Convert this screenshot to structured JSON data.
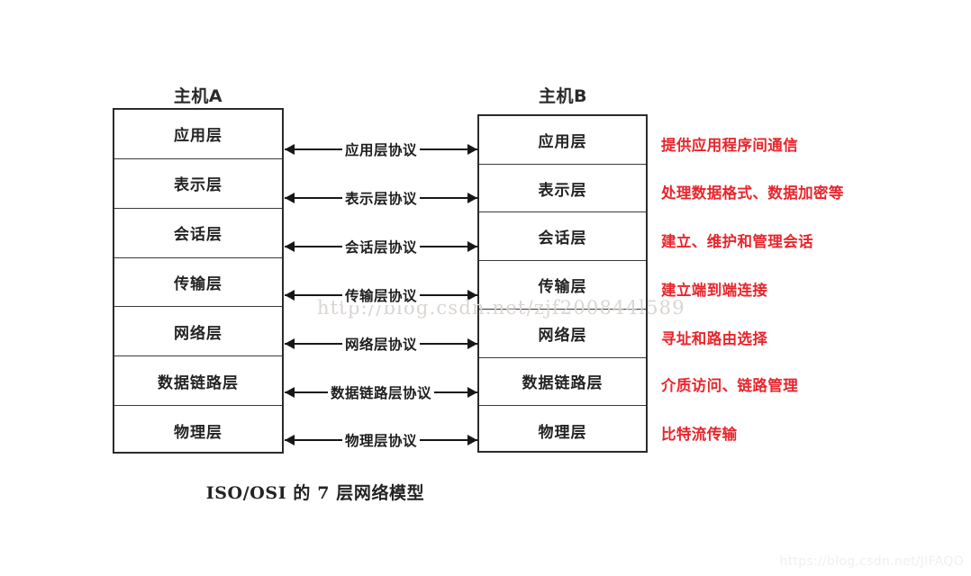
{
  "hosts": {
    "left": {
      "title": "主机A"
    },
    "right": {
      "title": "主机B"
    }
  },
  "layers": [
    {
      "name": "应用层",
      "protocol": "应用层协议",
      "note": "提供应用程序间通信",
      "note_color": "#e8252c"
    },
    {
      "name": "表示层",
      "protocol": "表示层协议",
      "note": "处理数据格式、数据加密等",
      "note_color": "#e8252c"
    },
    {
      "name": "会话层",
      "protocol": "会话层协议",
      "note": "建立、维护和管理会话",
      "note_color": "#e8252c"
    },
    {
      "name": "传输层",
      "protocol": "传输层协议",
      "note": "建立端到端连接",
      "note_color": "#e8252c"
    },
    {
      "name": "网络层",
      "protocol": "网络层协议",
      "note": "寻址和路由选择",
      "note_color": "#e8252c"
    },
    {
      "name": "数据链路层",
      "protocol": "数据链路层协议",
      "note": "介质访问、链路管理",
      "note_color": "#e8252c"
    },
    {
      "name": "物理层",
      "protocol": "物理层协议",
      "note": "比特流传输",
      "note_color": "#e8252c"
    }
  ],
  "caption": "ISO/OSI 的 7 层网络模型",
  "watermarks": {
    "diagonal": "http://blog.csdn.net/zjf200844l589",
    "corner": "https://blog.csdn.net/JIFAQO"
  }
}
